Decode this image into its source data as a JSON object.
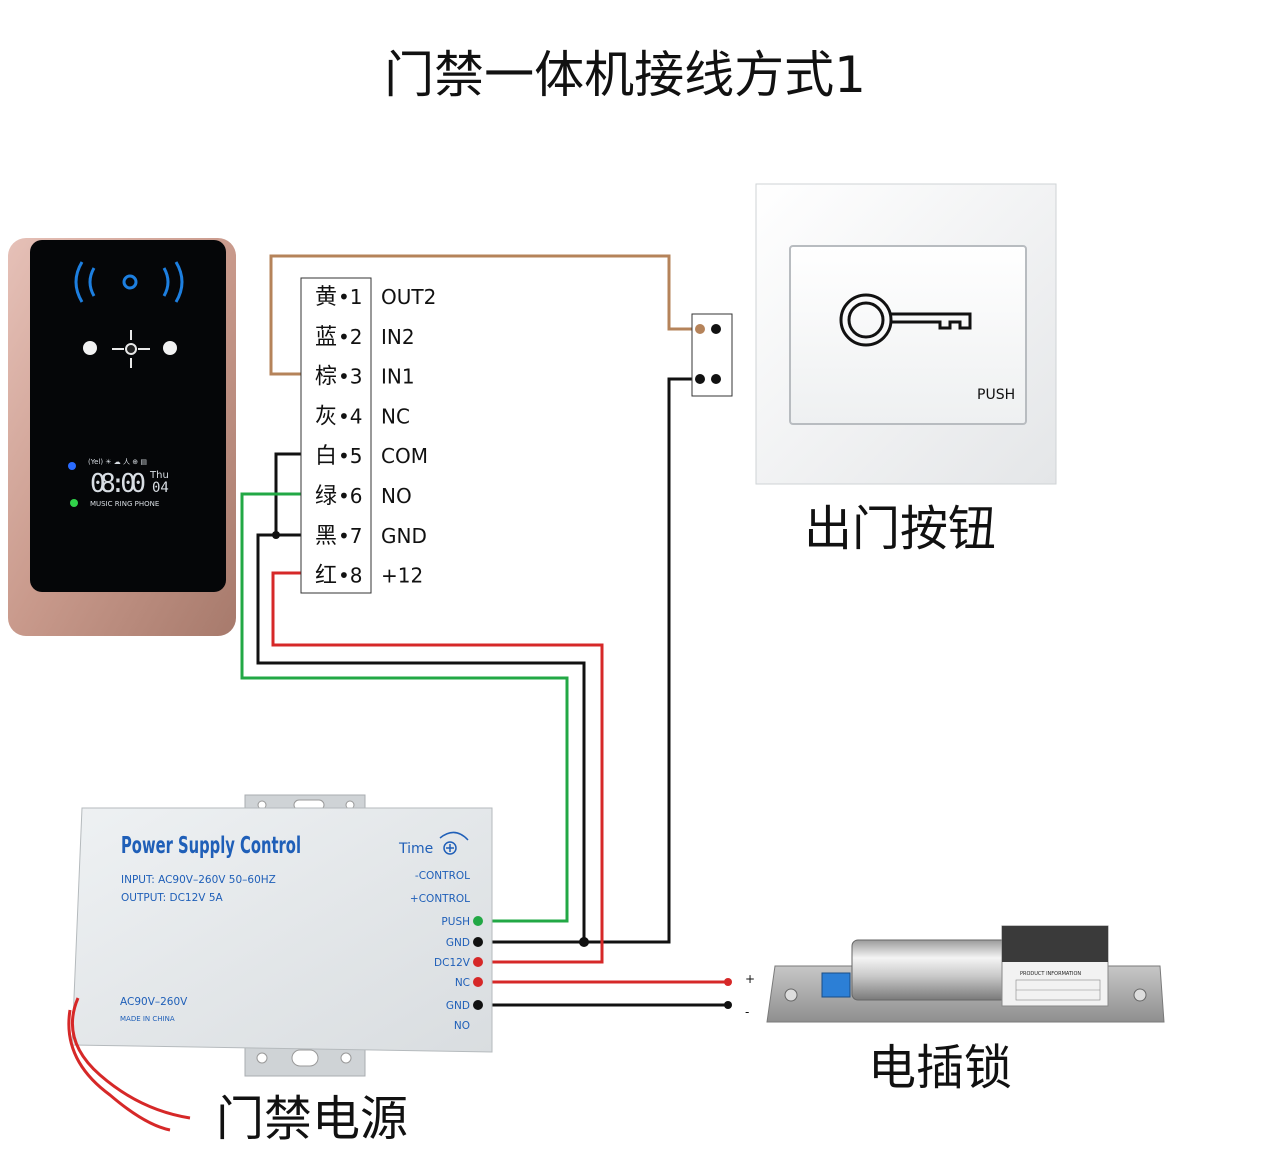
{
  "title": "门禁一体机接线方式1",
  "terminal_block": {
    "rows": [
      {
        "color_char": "黄",
        "num": "•1",
        "signal": "OUT2"
      },
      {
        "color_char": "蓝",
        "num": "•2",
        "signal": "IN2"
      },
      {
        "color_char": "棕",
        "num": "•3",
        "signal": "IN1"
      },
      {
        "color_char": "灰",
        "num": "•4",
        "signal": "NC"
      },
      {
        "color_char": "白",
        "num": "•5",
        "signal": "COM"
      },
      {
        "color_char": "绿",
        "num": "•6",
        "signal": "NO"
      },
      {
        "color_char": "黑",
        "num": "•7",
        "signal": "GND"
      },
      {
        "color_char": "红",
        "num": "•8",
        "signal": "+12"
      }
    ]
  },
  "exit_button": {
    "caption": "出门按钮",
    "push_label": "PUSH"
  },
  "power_supply": {
    "caption": "门禁电源",
    "brand": "Power Supply Control",
    "input_text": "INPUT:  AC90V–260V 50–60HZ",
    "output_text": "OUTPUT:  DC12V  5A",
    "time_label": "Time",
    "ac_label": "AC90V–260V",
    "made_label": "MADE IN CHINA",
    "terminals": [
      "-CONTROL",
      "+CONTROL",
      "PUSH",
      "GND",
      "DC12V",
      "NC",
      "GND",
      "NO"
    ]
  },
  "lock": {
    "caption": "电插锁",
    "plus": "+",
    "minus": "-",
    "info_label": "PRODUCT    INFORMATION"
  },
  "reader": {
    "lcd_time": "08:00",
    "lcd_day": "Thu",
    "lcd_date": "04",
    "lcd_top": "(Yel)  ☀  ☁  人  ⊕  ▤",
    "lcd_bottom": "MUSIC   RING   PHONE"
  },
  "colors": {
    "brown": "#b5835a",
    "black": "#111111",
    "green": "#22a845",
    "red": "#d62828"
  }
}
